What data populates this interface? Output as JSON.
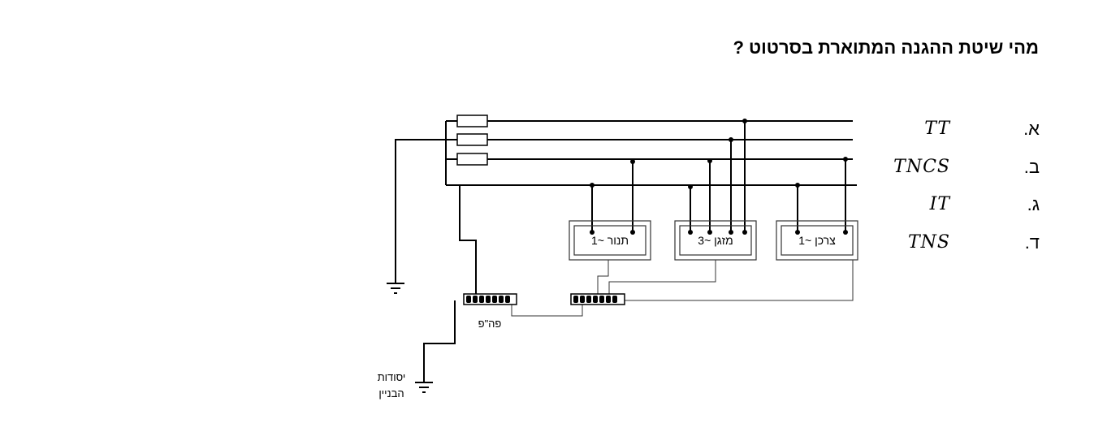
{
  "question": "מהי שיטת ההגנה המתוארת בסרטוט ?",
  "answers": [
    {
      "letter": "א.",
      "text": "TT"
    },
    {
      "letter": "ב.",
      "text": "TNCS"
    },
    {
      "letter": "ג.",
      "text": "IT"
    },
    {
      "letter": "ד.",
      "text": "TNS"
    }
  ],
  "diagram": {
    "devices": [
      {
        "label": "תנור ~1"
      },
      {
        "label": "מזגן ~3"
      },
      {
        "label": "צרכן ~1"
      }
    ],
    "busbar_label": "פה\"פ",
    "foundation_label_line1": "יסודות",
    "foundation_label_line2": "הבניין"
  }
}
